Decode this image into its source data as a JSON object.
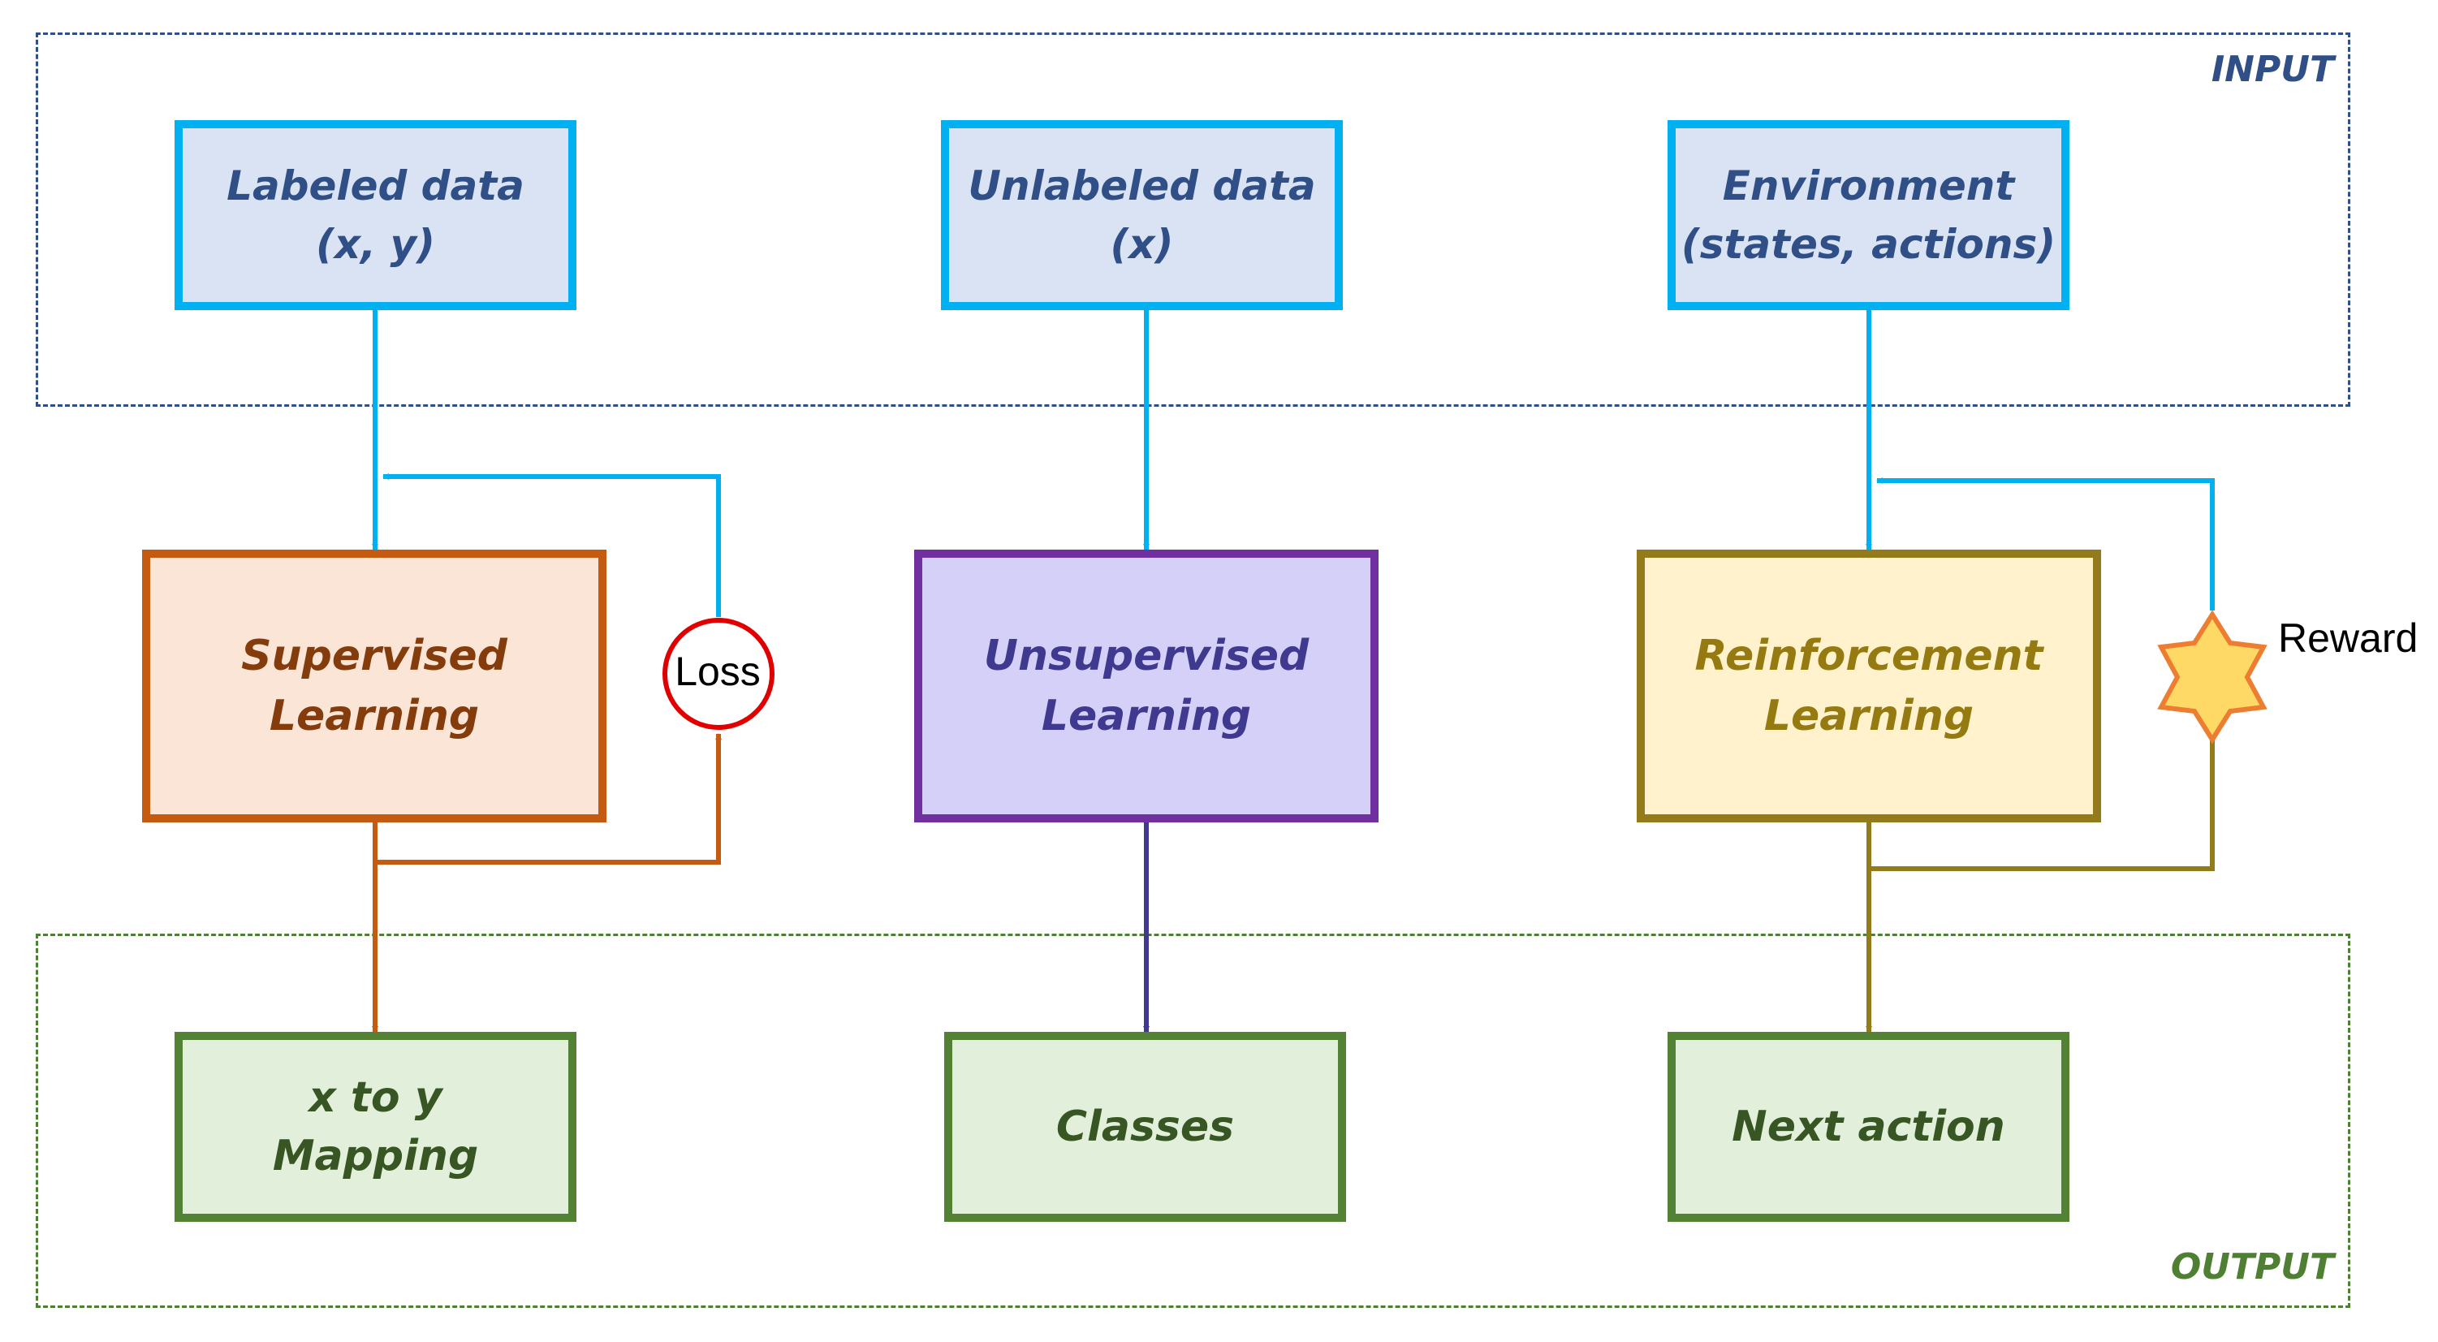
{
  "regions": {
    "input_label": "INPUT",
    "output_label": "OUTPUT"
  },
  "inputs": {
    "labeled": "Labeled data\n(x, y)",
    "unlabeled": "Unlabeled data\n(x)",
    "environment": "Environment\n(states, actions)"
  },
  "learners": {
    "supervised": "Supervised\nLearning",
    "unsupervised": "Unsupervised\nLearning",
    "reinforcement": "Reinforcement\nLearning"
  },
  "outputs": {
    "mapping": "x to y\nMapping",
    "classes": "Classes",
    "next_action": "Next action"
  },
  "feedback": {
    "loss": "Loss",
    "reward": "Reward"
  },
  "colors": {
    "input_border": "#00b0f0",
    "input_fill": "#dae3f3",
    "supervised_border": "#c55a11",
    "unsupervised_border": "#7030a0",
    "reinforcement_border": "#937a1a",
    "output_border": "#548235",
    "loss_circle": "#e00000",
    "reward_star_fill": "#ffd966",
    "reward_star_outline": "#ed7d31"
  }
}
